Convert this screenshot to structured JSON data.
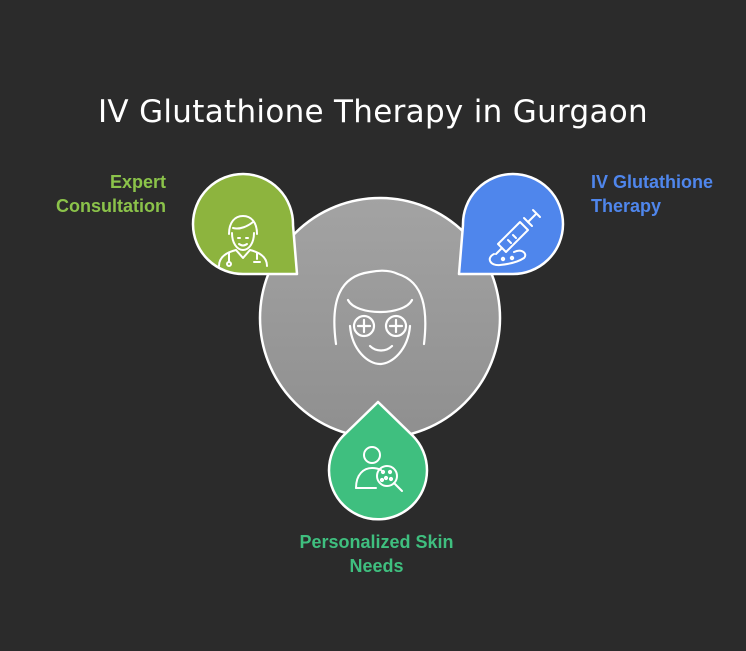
{
  "title": "IV Glutathione Therapy in Gurgaon",
  "center": {
    "icon": "face-mask-icon",
    "color": "#999999"
  },
  "nodes": [
    {
      "id": "expert-consultation",
      "label_lines": [
        "Expert",
        "Consultation"
      ],
      "color": "#8db43e",
      "label_color": "#8bc34a",
      "icon": "doctor-icon"
    },
    {
      "id": "iv-glutathione-therapy",
      "label_lines": [
        "IV Glutathione",
        "Therapy"
      ],
      "color": "#4f86ec",
      "label_color": "#4f86ec",
      "icon": "syringe-icon"
    },
    {
      "id": "personalized-skin-needs",
      "label_lines": [
        "Personalized Skin",
        "Needs"
      ],
      "color": "#3fbf7f",
      "label_color": "#3fbf7f",
      "icon": "skin-analysis-icon"
    }
  ]
}
